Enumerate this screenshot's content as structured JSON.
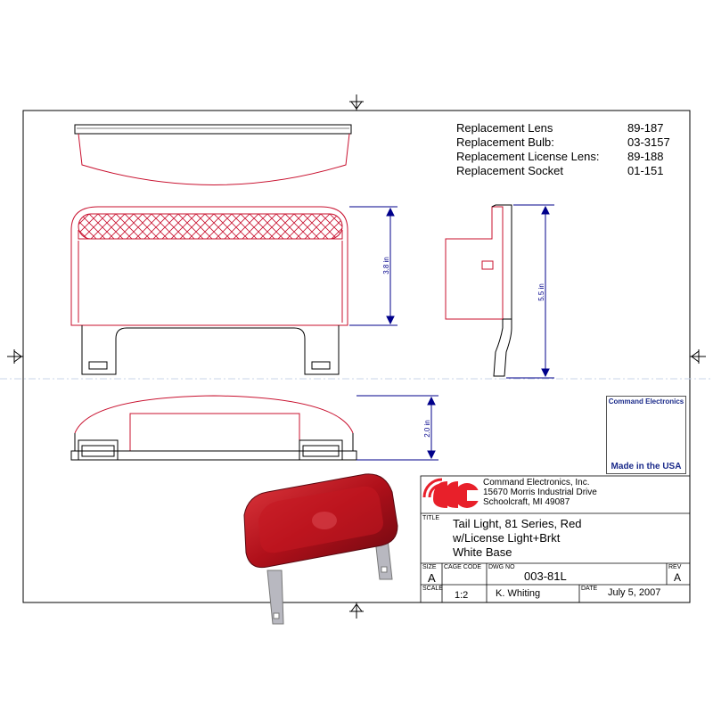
{
  "parts_list": [
    {
      "label": "Replacement Lens",
      "number": "89-187"
    },
    {
      "label": "Replacement Bulb:",
      "number": "03-3157"
    },
    {
      "label": "Replacement License Lens:",
      "number": "89-188"
    },
    {
      "label": "Replacement Socket",
      "number": "01-151"
    }
  ],
  "dimensions": {
    "front_height": "3.8 in",
    "side_height": "5.5 in",
    "bottom_height": "2.0 in"
  },
  "badge": {
    "brand": "Command Electronics",
    "caption": "Made in the USA"
  },
  "title_block": {
    "company_name": "Command Electronics, Inc.",
    "company_address1": "15670 Morris Industrial Drive",
    "company_address2": "Schoolcraft, MI  49087",
    "title_label": "TITLE",
    "title_line1": "Tail Light, 81 Series, Red",
    "title_line2": "w/License Light+Brkt",
    "title_line3": "White Base",
    "size_label": "SIZE",
    "size_value": "A",
    "cage_label": "CAGE CODE",
    "dwg_label": "DWG NO",
    "dwg_value": "003-81L",
    "rev_label": "REV",
    "rev_value": "A",
    "scale_label": "SCALE",
    "scale_value": "1:2",
    "drawn_by": "K. Whiting",
    "date_label": "DATE",
    "date_value": "July 5, 2007"
  },
  "colors": {
    "outline": "#c8102e",
    "dimension": "#00008b",
    "frame": "#000000",
    "logo_red": "#e8202a",
    "product_red": "#b0101a"
  }
}
